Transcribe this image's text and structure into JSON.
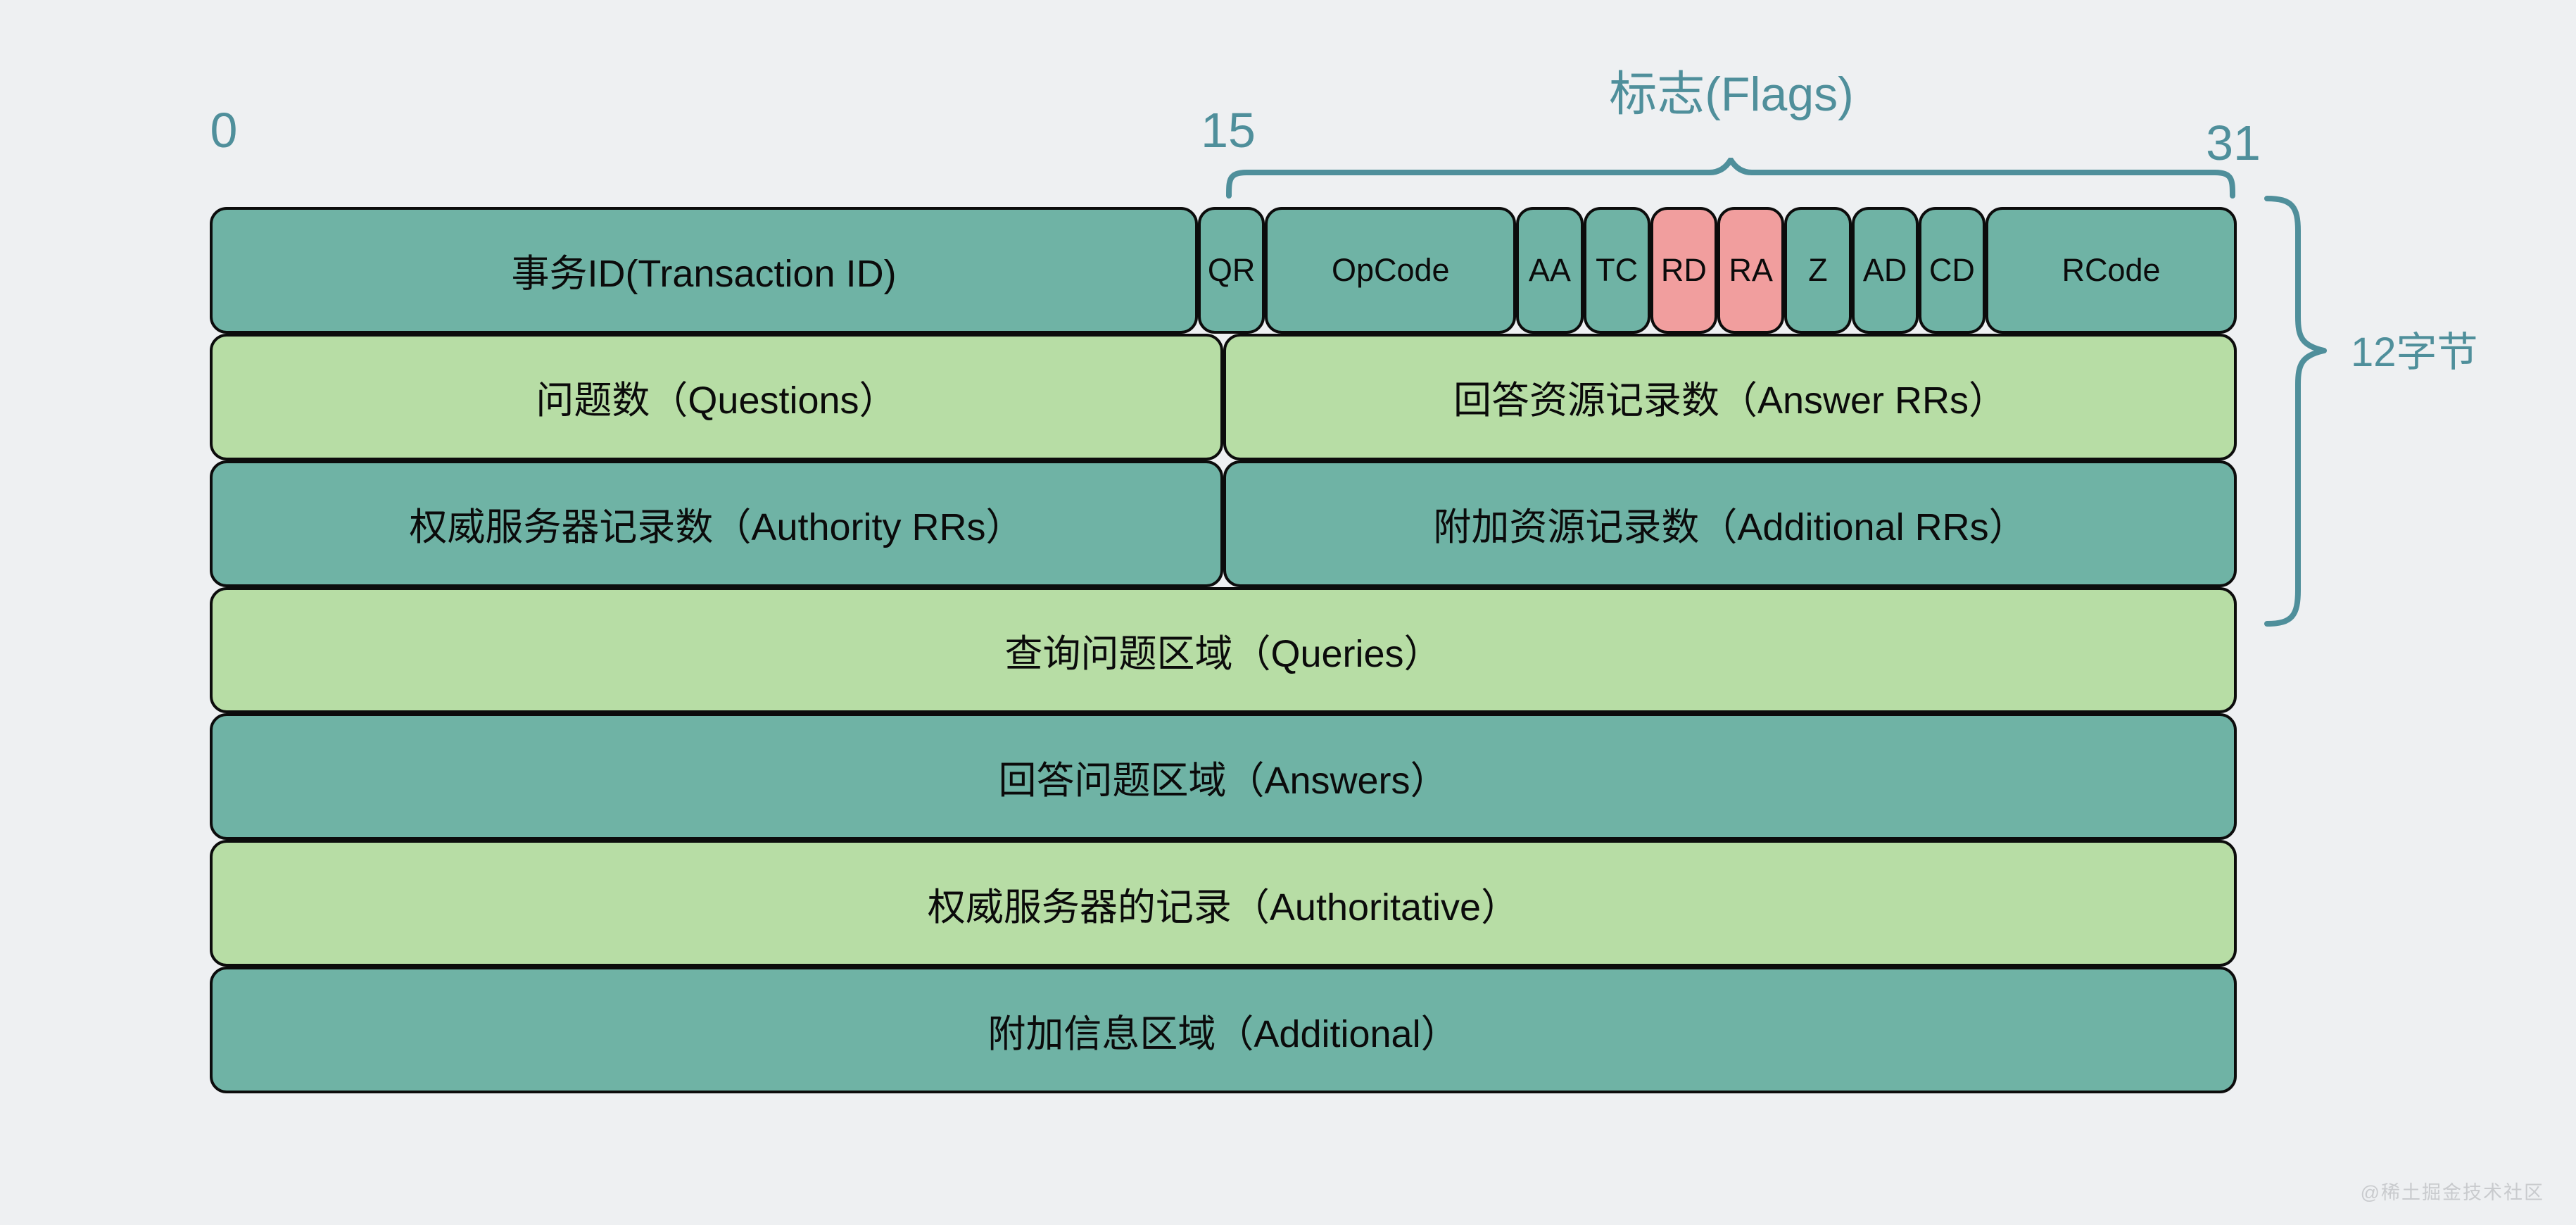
{
  "colors": {
    "teal": "#6fb3a5",
    "green": "#b7dda5",
    "pink": "#f19e9e",
    "label": "#4f8f9b",
    "border": "#0c0c0c",
    "background": "#eef0f2"
  },
  "labels": {
    "bit0": "0",
    "bit15": "15",
    "bit31": "31",
    "flags": "标志(Flags)",
    "size": "12字节",
    "watermark": "@稀土掘金技术社区"
  },
  "header": {
    "transaction_id": "事务ID(Transaction ID)",
    "flags": [
      {
        "label": "QR",
        "bits": 1,
        "color": "teal"
      },
      {
        "label": "OpCode",
        "bits": 4,
        "color": "teal"
      },
      {
        "label": "AA",
        "bits": 1,
        "color": "teal"
      },
      {
        "label": "TC",
        "bits": 1,
        "color": "teal"
      },
      {
        "label": "RD",
        "bits": 1,
        "color": "pink"
      },
      {
        "label": "RA",
        "bits": 1,
        "color": "pink"
      },
      {
        "label": "Z",
        "bits": 1,
        "color": "teal"
      },
      {
        "label": "AD",
        "bits": 1,
        "color": "teal"
      },
      {
        "label": "CD",
        "bits": 1,
        "color": "teal"
      },
      {
        "label": "RCode",
        "bits": 4,
        "color": "teal"
      }
    ],
    "row2_left": "问题数（Questions）",
    "row2_right": "回答资源记录数（Answer RRs）",
    "row3_left": "权威服务器记录数（Authority RRs）",
    "row3_right": "附加资源记录数（Additional RRs）"
  },
  "sections": [
    {
      "label": "查询问题区域（Queries）",
      "color": "green"
    },
    {
      "label": "回答问题区域（Answers）",
      "color": "teal"
    },
    {
      "label": "权威服务器的记录（Authoritative）",
      "color": "green"
    },
    {
      "label": "附加信息区域（Additional）",
      "color": "teal"
    }
  ]
}
